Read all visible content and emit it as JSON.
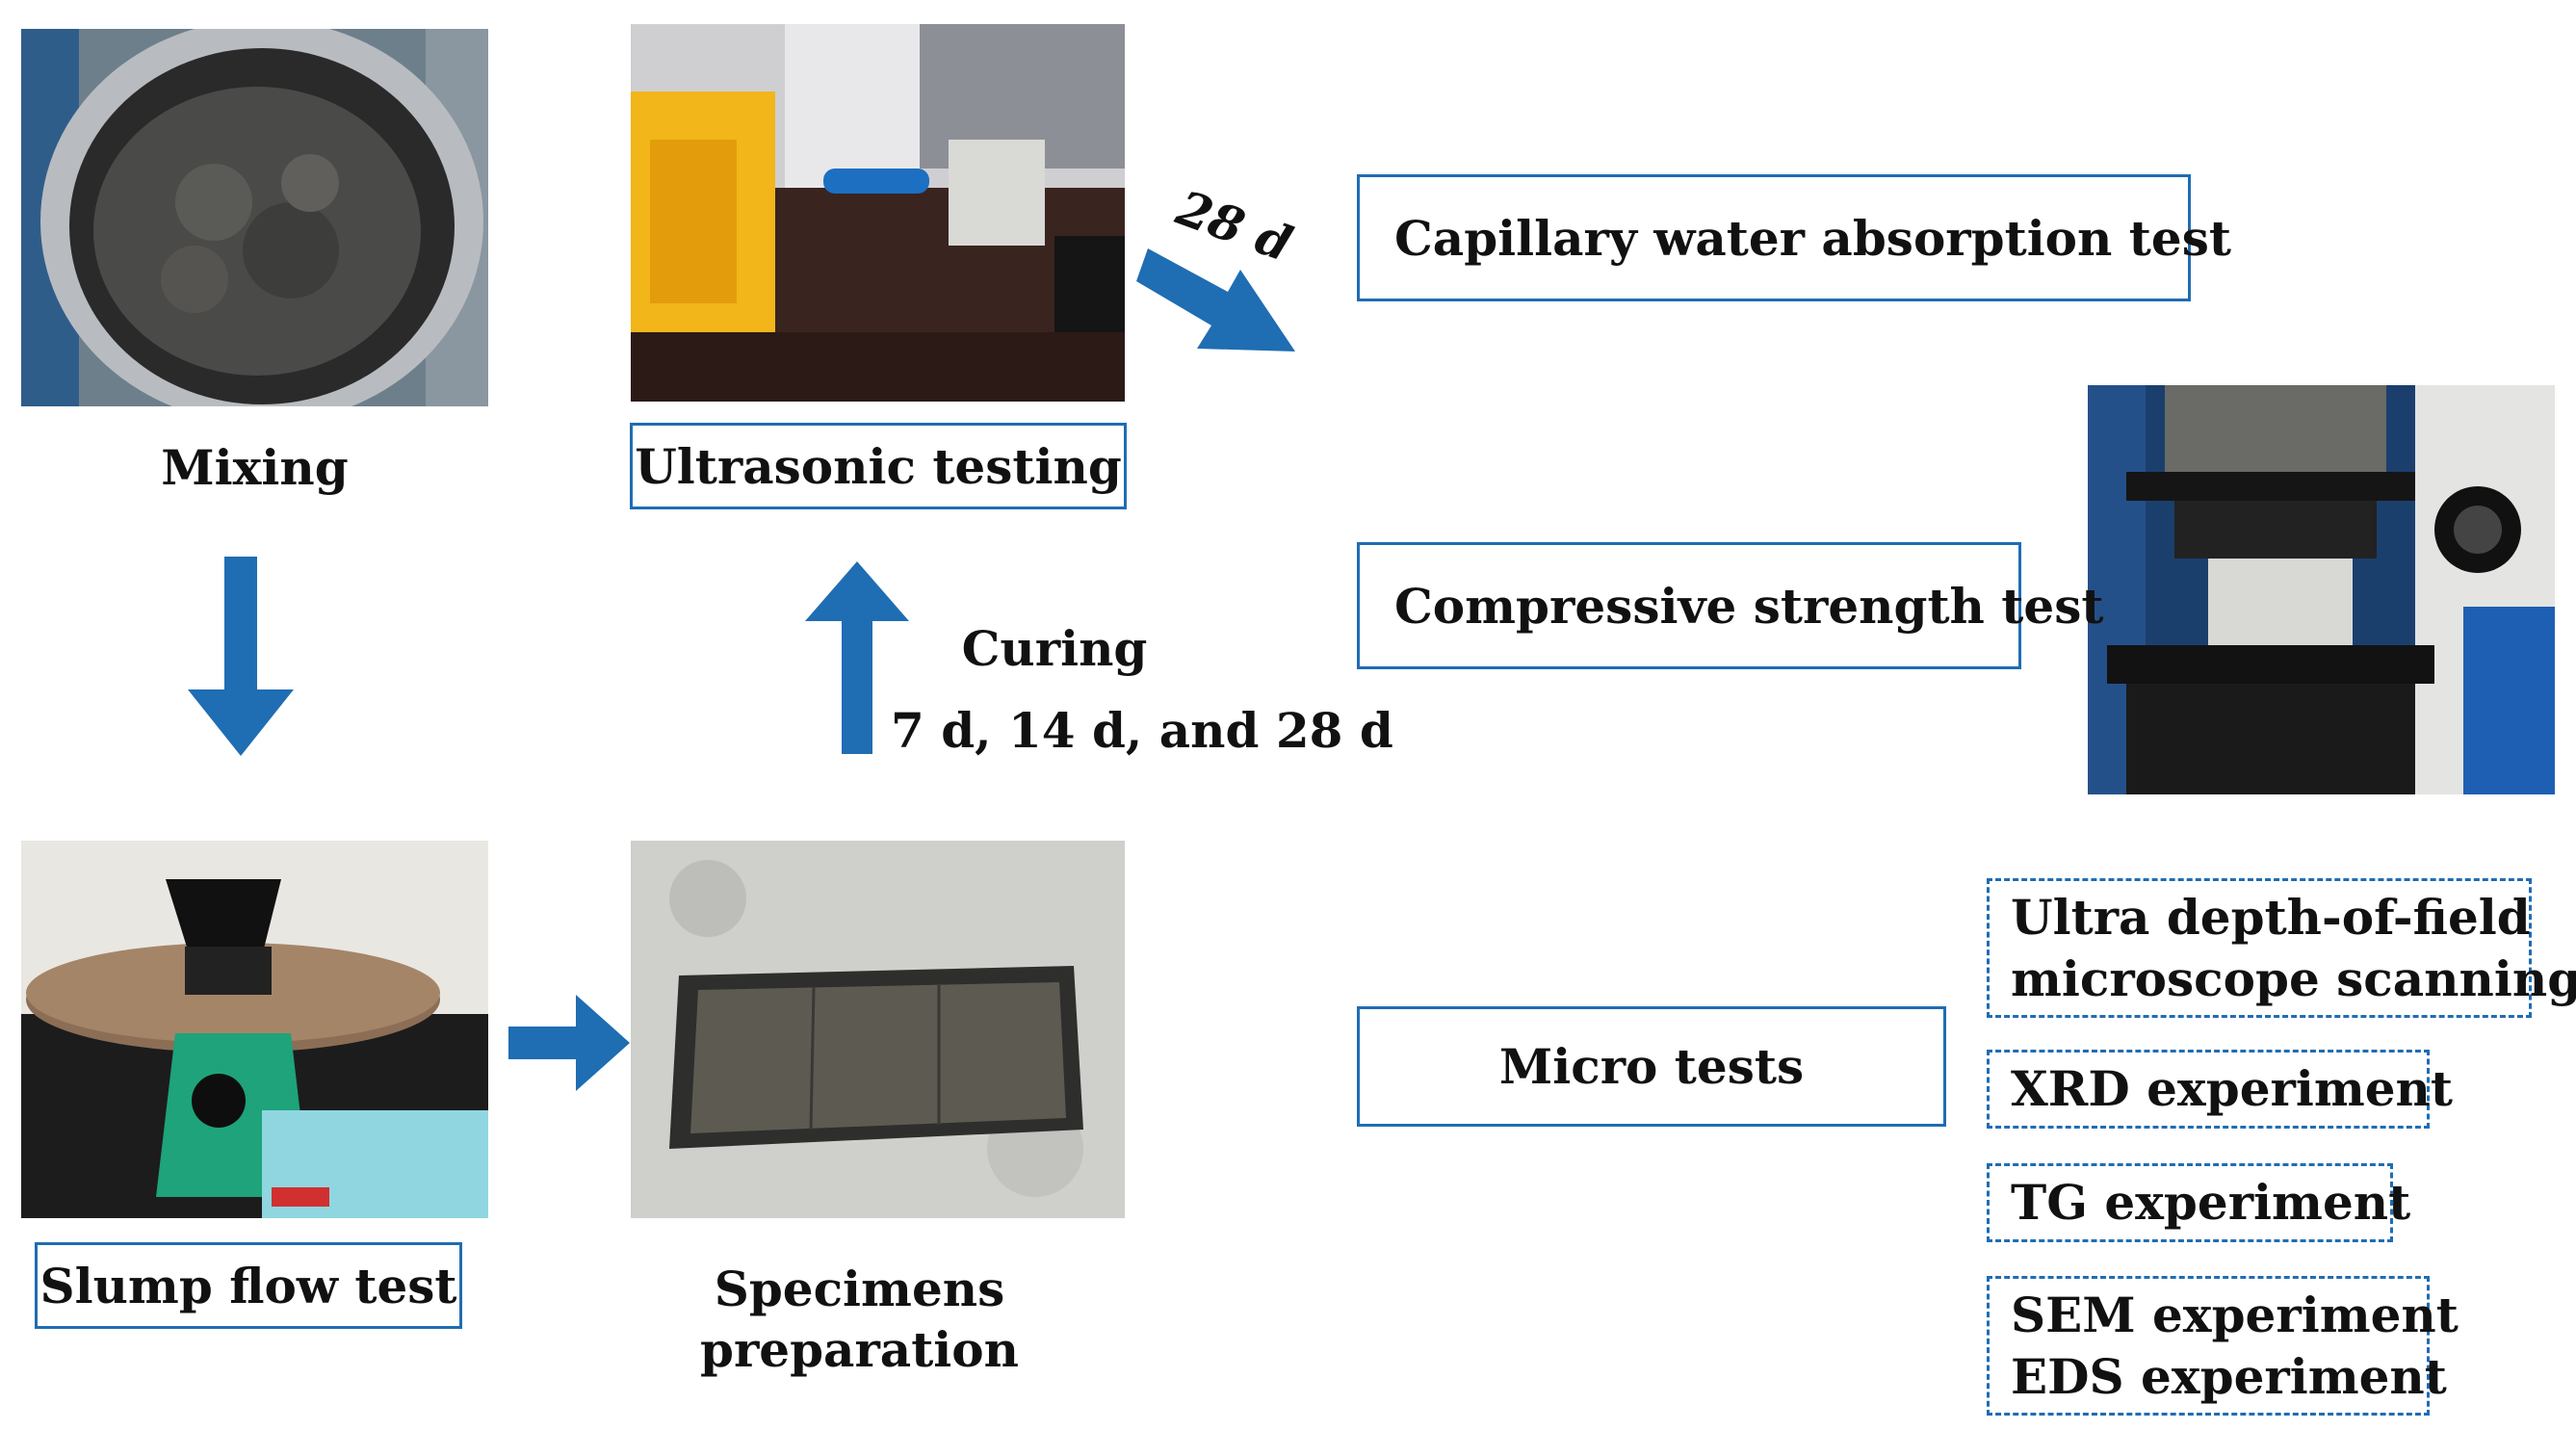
{
  "colors": {
    "accent": "#1f6db3",
    "text": "#111111"
  },
  "steps": {
    "mixing": "Mixing",
    "ultrasonic": "Ultrasonic testing",
    "slump": "Slump flow test",
    "specimens_line1": "Specimens",
    "specimens_line2": "preparation"
  },
  "curing": {
    "label": "Curing",
    "ages": "7 d, 14 d, and 28 d"
  },
  "arrow_28d_label": "28 d",
  "tests": {
    "capillary": "Capillary water absorption test",
    "compressive": "Compressive strength test",
    "micro": "Micro tests"
  },
  "micro_tests": {
    "ultra_line1": "Ultra depth-of-field",
    "ultra_line2": "microscope scanning",
    "xrd": "XRD experiment",
    "tg": "TG experiment",
    "sem": "SEM experiment",
    "eds": "EDS experiment"
  },
  "photos": [
    "mixing-photo",
    "ultrasonic-photo",
    "slump-photo",
    "specimen-photo",
    "compression-machine-photo"
  ]
}
